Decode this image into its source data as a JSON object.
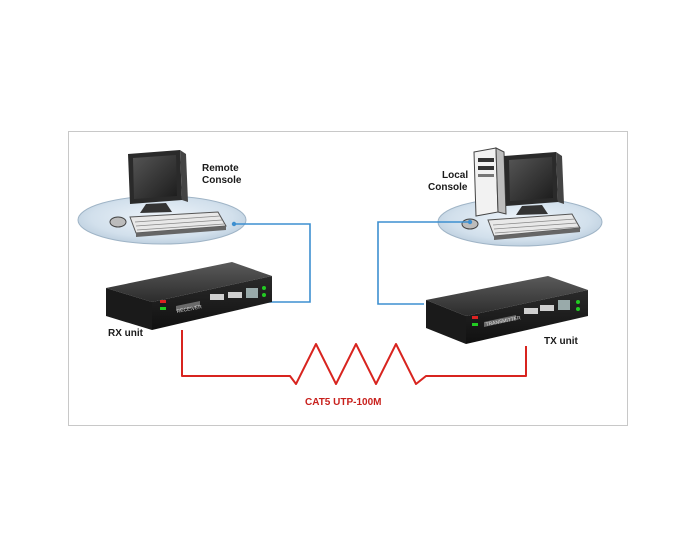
{
  "labels": {
    "remote_line1": "Remote",
    "remote_line2": "Console",
    "local_line1": "Local",
    "local_line2": "Console",
    "rx_unit": "RX unit",
    "tx_unit": "TX unit",
    "cable": "CAT5 UTP-100M",
    "rx_panel_text": "RECEIVER",
    "tx_panel_text": "TRANSMITTER"
  },
  "colors": {
    "video_cable": "#3d8fd0",
    "cat5_cable": "#d8241f",
    "device_body": "#1e1e1e",
    "pad": "#cfdde9"
  }
}
